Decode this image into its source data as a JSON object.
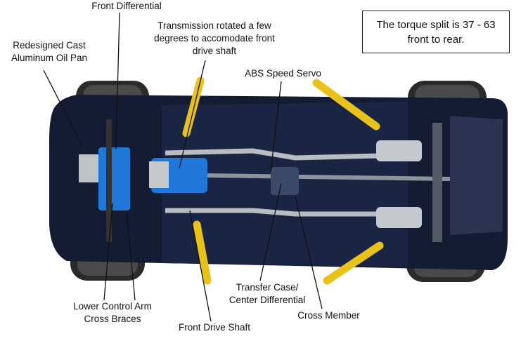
{
  "labels": {
    "front_differential": "Front Differential",
    "oil_pan_line1": "Redesigned Cast",
    "oil_pan_line2": "Aluminum Oil Pan",
    "transmission_line1": "Transmission rotated a few",
    "transmission_line2": "degrees to accomodate front",
    "transmission_line3": "drive shaft",
    "abs_speed_servo": "ABS Speed Servo",
    "lower_control_arm_line1": "Lower Control Arm",
    "lower_control_arm_line2": "Cross Braces",
    "front_drive_shaft": "Front Drive Shaft",
    "transfer_case_line1": "Transfer Case/",
    "transfer_case_line2": "Center Differential",
    "cross_member": "Cross Member"
  },
  "callout": {
    "line1": "The torque split is 37 - 63",
    "line2": "front to rear."
  },
  "colors": {
    "body": "#141c33",
    "tire": "#2a2a2a",
    "lift_arm": "#e8c21a",
    "drivetrain_blue": "#1f78d8",
    "exhaust": "#b9bcc0"
  }
}
